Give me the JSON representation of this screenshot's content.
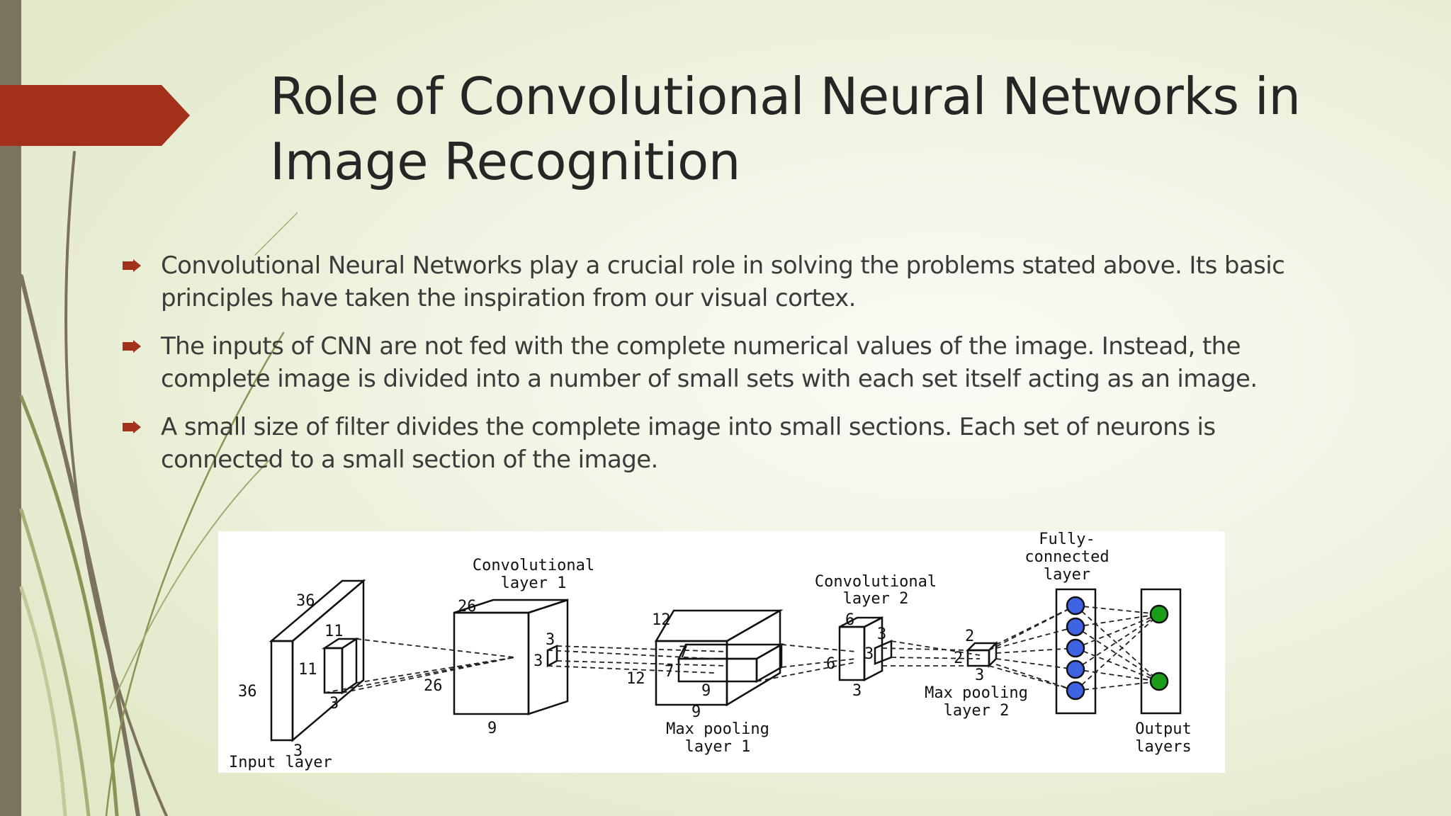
{
  "slide": {
    "title": "Role of Convolutional Neural Networks in Image Recognition",
    "accent_color": "#a3301a",
    "bullet_icon": "arrow-bullet-icon",
    "bullets": [
      "Convolutional Neural Networks play a crucial role in solving the problems stated above. Its basic principles have taken the inspiration from our visual cortex.",
      "The inputs of CNN are not fed with the complete numerical values of the image. Instead, the complete image is divided into a number of small sets with each set itself acting as an image.",
      "A small size of filter divides the complete image into small sections. Each set of neurons is connected to a small section of the image."
    ]
  },
  "diagram": {
    "input_label": "Input layer",
    "conv1_label": [
      "Convolutional",
      "layer 1"
    ],
    "pool1_label": [
      "Max pooling",
      "layer 1"
    ],
    "conv2_label": [
      "Convolutional",
      "layer 2"
    ],
    "pool2_label": [
      "Max pooling",
      "layer 2"
    ],
    "fc_label": [
      "Fully-",
      "connected",
      "layer"
    ],
    "output_label": [
      "Output",
      "layers"
    ],
    "dims": {
      "input": [
        "36",
        "36",
        "3"
      ],
      "kernel1": [
        "11",
        "11",
        "3"
      ],
      "conv1": [
        "26",
        "26",
        "9"
      ],
      "kernel2": [
        "3",
        "3"
      ],
      "pool1": [
        "12",
        "12",
        "9"
      ],
      "kernel3": [
        "7",
        "7",
        "9"
      ],
      "conv2": [
        "6",
        "6",
        "3"
      ],
      "kernel4": [
        "3",
        "3"
      ],
      "pool2": [
        "2",
        "2",
        "3"
      ]
    },
    "neuron_colors": {
      "fc": "#3f63e3",
      "output": "#1a9e1a"
    }
  }
}
